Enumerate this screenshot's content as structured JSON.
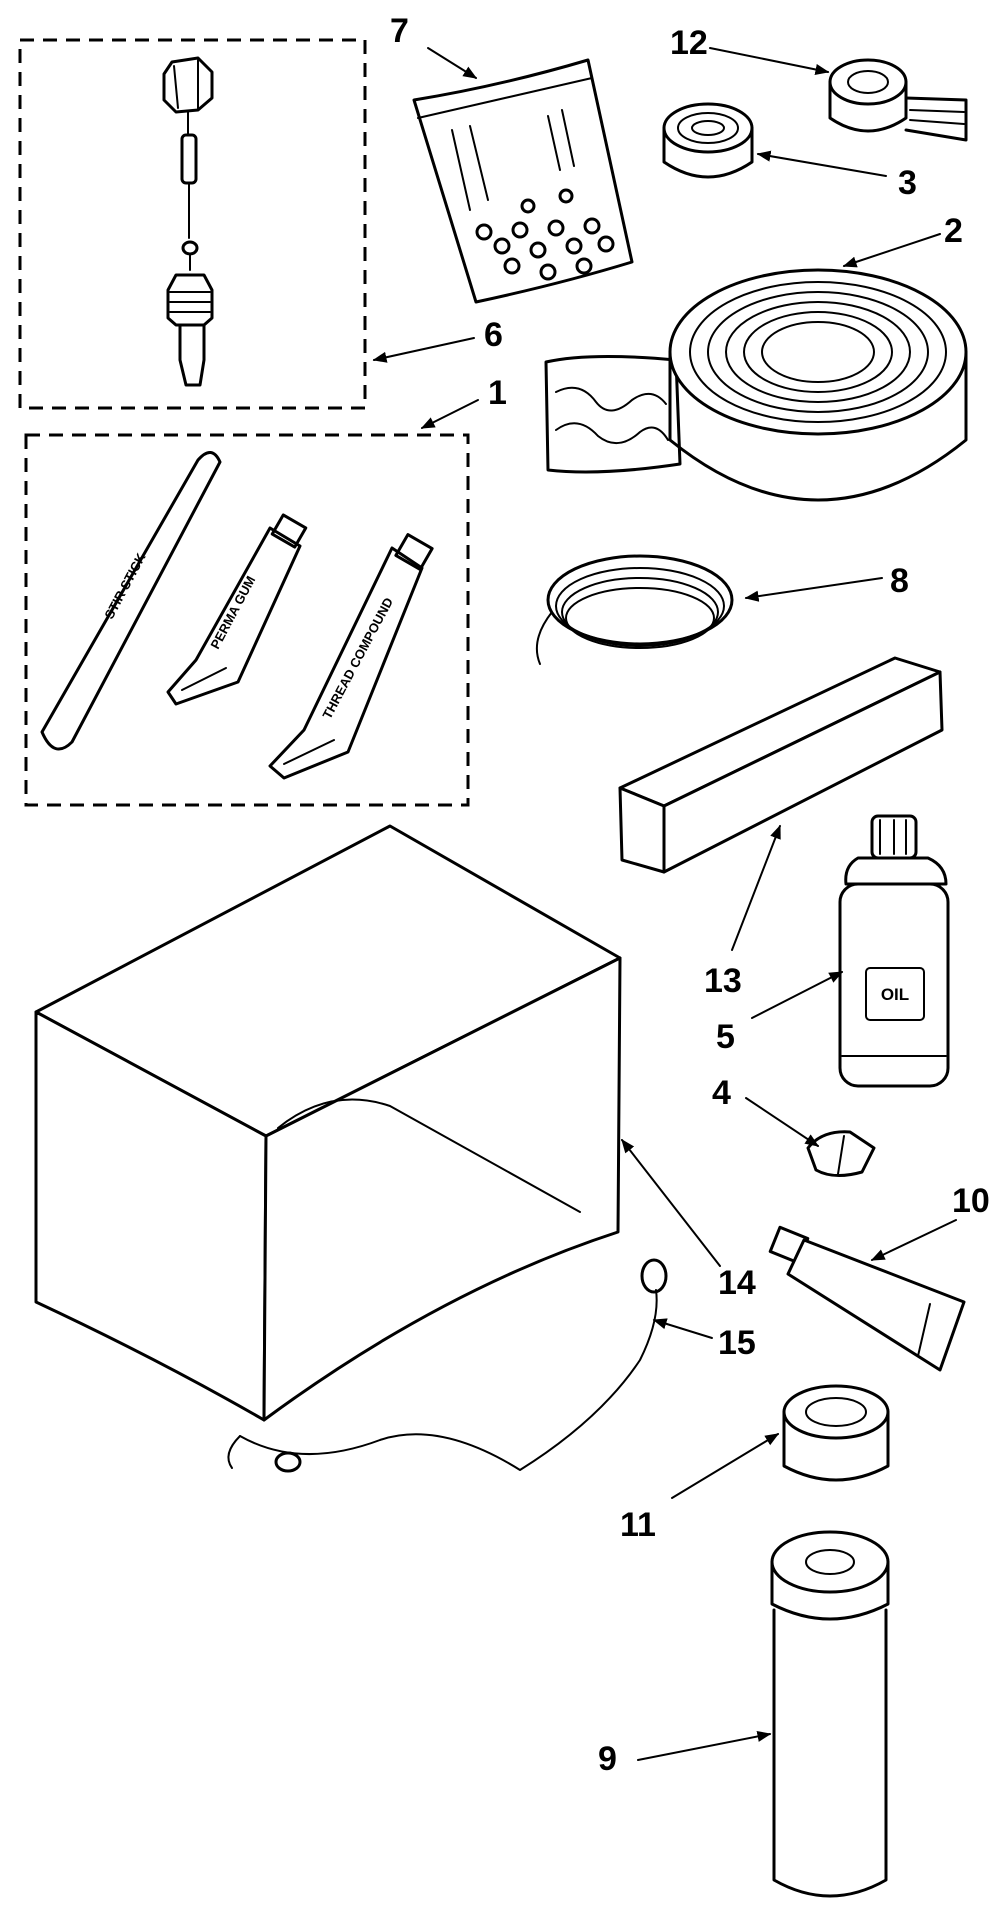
{
  "callouts": {
    "c1": "1",
    "c2": "2",
    "c3": "3",
    "c4": "4",
    "c5": "5",
    "c6": "6",
    "c7": "7",
    "c8": "8",
    "c9": "9",
    "c10": "10",
    "c11": "11",
    "c12": "12",
    "c13": "13",
    "c14": "14",
    "c15": "15"
  },
  "labels": {
    "oil_bottle": "OIL"
  },
  "icons": [
    "fitting-assembly-icon",
    "stick-icon",
    "tube-icon",
    "bag-icon",
    "tape-roll-icon",
    "coil-icon",
    "foam-block-icon",
    "bottle-icon",
    "cover-icon",
    "spray-can-icon"
  ]
}
